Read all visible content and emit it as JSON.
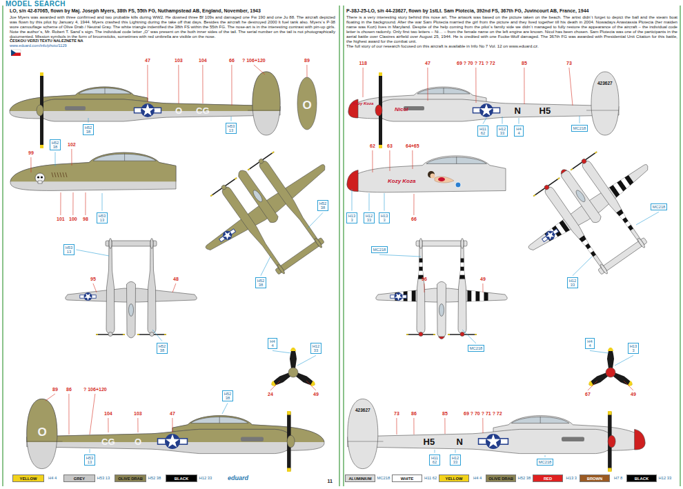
{
  "diagram": {
    "title": "LO, s/n 42-67065, flown by Maj. Joseph Myers, 38th FS, 55th FG, Nuthampstead AB, England, November, 1943",
    "nodes": [
      {
        "text": [
          "H52 38"
        ]
      },
      {
        "text": [
          "H53 13"
        ]
      },
      {
        "text": [
          "H52 38"
        ]
      },
      {
        "text": [
          "H53 13"
        ]
      },
      {
        "text": [
          "H53 13"
        ]
      },
      {
        "text": [
          "H52 38"
        ]
      },
      {
        "text": [
          "H52 38"
        ]
      },
      {
        "text": [
          "H52 38"
        ]
      },
      {
        "text": [
          "H4 4"
        ]
      },
      {
        "text": [
          "H12 33"
        ]
      },
      {
        "text": [
          "H52 38"
        ]
      },
      {
        "text": [
          "H53 13"
        ]
      },
      {
        "text": [
          "H11 62"
        ]
      },
      {
        "text": [
          "H12 33"
        ]
      },
      {
        "text": [
          "H4 4"
        ]
      },
      {
        "text": [
          "MC218"
        ]
      },
      {
        "text": [
          "H13 3"
        ]
      },
      {
        "text": [
          "H12 33"
        ]
      },
      {
        "text": [
          "H13 3"
        ]
      },
      {
        "text": [
          "MC218"
        ]
      },
      {
        "text": [
          "MC218"
        ]
      },
      {
        "text": [
          "MC218"
        ]
      },
      {
        "text": [
          "H12 33"
        ]
      },
      {
        "text": [
          "H4 4"
        ]
      },
      {
        "text": [
          "H13 3"
        ]
      },
      {
        "text": [
          "H11 62"
        ]
      },
      {
        "text": [
          "H12 33"
        ]
      },
      {
        "text": [
          "MC218"
        ]
      }
    ],
    "labels": [
      "MODEL SEARCH",
      "Joe Myers was awarded with three confirmed and two probable kills during WW2. He downed three Bf 109s and damaged one Fw 190 and one Ju 88. The aircraft depicted was flown by this pilot by January 4, 1944. Myers crashed this Lightning during the take off that days. Besides the aircraft he destroyed 2000 lt fuel tank also. Myers´s P-38 wore camouflage scheme of Olive Drab / Neutral Gray. The white triangle indentified the 38th FS within the 55th FG. The nose-art is in the interesting contrast with pin-up girls. Note the author´s, Mr. Robert T. Sand´s sign. The individual code letter „O“ was present on the both inner sides of the tail. The serial number on the tail is not photographically documented. Mission symbols in the form of broomsticks, sometimes with red umbrella are visible on the nose.",
      "ČESKOU VERZI TEXTU NALEZNETE NA",
      "www.eduard.com/info/photo/1129",
      "P-38J-25-LO, s/n 44-23627, flown by 1stLt. Sam Plotecia, 392nd FS, 367th FG, Juvincourt AB, France, 1944",
      "There is a very interesting story behind this nose art. The artwork was based on the picture taken on the beach. The artist didn´t forget to depict the ball and the steam boat floating in the background. After the war Sam Plotecia married the girl from the picture and they lived together till his death in 2004. Nowadays Anastassia Plotecia (her maiden name was Kozi) lives in Maryland. Despite of the help coming from the pilot´s family side we didn´t managed to fully restore the appearance of the aircraft – the individual code letter is chosen radomly. Only first two letters – Ni… – from the female name on the left engine are known. Nicol has been chosen. Sam Plotecia was one of the participants in the aerial battle over Clastres airfield over August 25, 1944. He is credited with one Focke-Wulf damaged. The 367th FG was awarded with Presidential Unit Citation for this battle, the highest award for the combat unit.",
      "The full story of our research focused on this aircraft is available in Info No 7 Vol. 12 on www.eduard.cz.",
      "O",
      "CG",
      "O",
      "47",
      "103",
      "104",
      "66",
      "? 106+120",
      "89",
      "99",
      "102",
      "101",
      "100",
      "98",
      "95",
      "48",
      "24",
      "49",
      "O",
      "CG",
      "O",
      "89",
      "86",
      "? 106+120",
      "104",
      "103",
      "47",
      "423627",
      "Kozy Koza",
      "Nicol",
      "N",
      "H5",
      "118",
      "47",
      "69 ? 70 ? 71 ? 72",
      "85",
      "73",
      "Kozy Koza",
      "62",
      "63",
      "64+65",
      "66",
      "96",
      "49",
      "67",
      "49",
      "423627",
      "H5",
      "N",
      "73",
      "86",
      "85",
      "69 ? 70 ? 71 ? 72",
      "H4 4",
      "H53 13",
      "H52 38",
      "H12 33",
      "MC218",
      "H11 62",
      "H4 4",
      "H52 38",
      "H13 3",
      "H7 8",
      "H12 33",
      "eduard",
      "11"
    ],
    "legend": [
      {
        "text": "YELLOW",
        "color": "#f2d21b"
      },
      {
        "text": "GREY",
        "color": "#c8c8c8"
      },
      {
        "text": "OLIVE DRAB",
        "color": "#8b8454"
      },
      {
        "text": "BLACK",
        "color": "#000000"
      },
      {
        "text": "ALUMINIUM",
        "color": "#d9d9d9"
      },
      {
        "text": "WHITE",
        "color": "#ffffff"
      },
      {
        "text": "YELLOW",
        "color": "#f2d21b"
      },
      {
        "text": "OLIVE DRAB",
        "color": "#8b8454"
      },
      {
        "text": "RED",
        "color": "#e02020"
      },
      {
        "text": "BROWN",
        "color": "#9a5a22"
      },
      {
        "text": "BLACK",
        "color": "#000000"
      }
    ]
  }
}
